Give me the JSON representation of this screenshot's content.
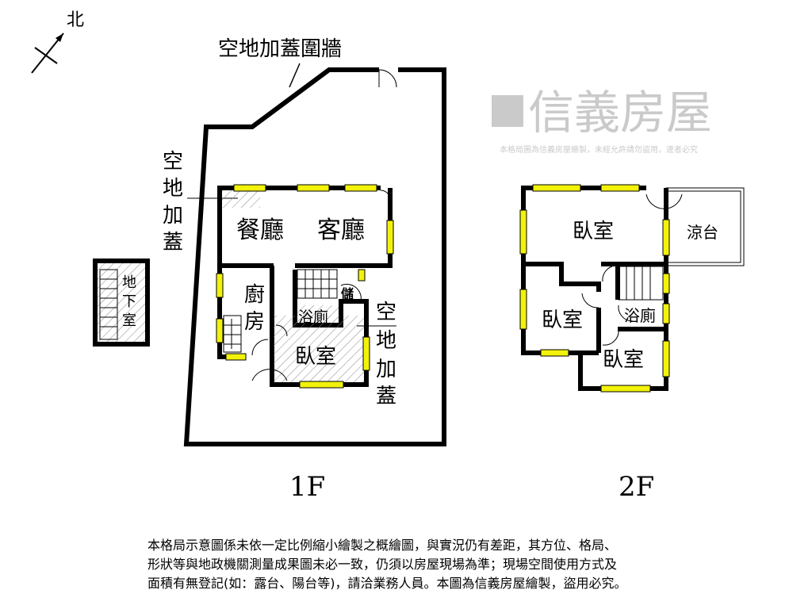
{
  "compass": {
    "label": "北"
  },
  "floor1": {
    "title": "1F",
    "labels": {
      "fence": "空地加蓋圍牆",
      "left_addition": [
        "空",
        "地",
        "加",
        "蓋"
      ],
      "right_addition": [
        "空",
        "地",
        "加",
        "蓋"
      ],
      "dining": "餐廳",
      "living": "客廳",
      "kitchen": [
        "廚",
        "房"
      ],
      "bath": "浴廁",
      "storage": "儲",
      "bedroom": "臥室",
      "basement": [
        "地",
        "下",
        "室"
      ]
    }
  },
  "floor2": {
    "title": "2F",
    "labels": {
      "bedroom_main": "臥室",
      "balcony": "涼台",
      "bedroom_left": "臥室",
      "bath": "浴廁",
      "bedroom_bottom": "臥室"
    }
  },
  "watermark": {
    "brand": "信義房屋",
    "notice": "本格局圖為信義房屋繪製，未經允許請勿盜用，違者必究"
  },
  "disclaimer": [
    "本格局示意圖係未依一定比例縮小繪製之概繪圖，與實況仍有差距，其方位、格局、",
    "形狀等與地政機關測量成果圖未必一致，仍須以房屋現場為準；現場空間使用方式及",
    "面積有無登記(如：露台、陽台等)，請洽業務人員。本圖為信義房屋繪製，盜用必究。"
  ],
  "colors": {
    "wall": "#000000",
    "window": "#f2f20a",
    "watermark": "#a0a0a0"
  }
}
